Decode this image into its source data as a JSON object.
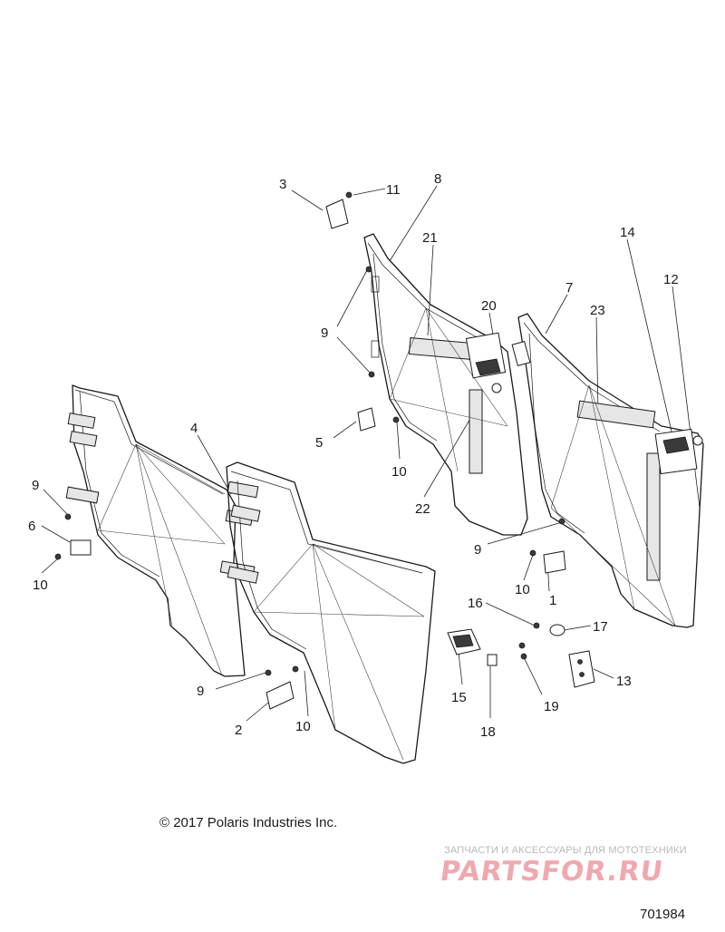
{
  "callouts": [
    {
      "id": "c3",
      "label": "3"
    },
    {
      "id": "c11",
      "label": "11"
    },
    {
      "id": "c8",
      "label": "8"
    },
    {
      "id": "c21",
      "label": "21"
    },
    {
      "id": "c14",
      "label": "14"
    },
    {
      "id": "c12",
      "label": "12"
    },
    {
      "id": "c7",
      "label": "7"
    },
    {
      "id": "c23",
      "label": "23"
    },
    {
      "id": "c20",
      "label": "20"
    },
    {
      "id": "c9a",
      "label": "9"
    },
    {
      "id": "c4",
      "label": "4"
    },
    {
      "id": "c5",
      "label": "5"
    },
    {
      "id": "c10a",
      "label": "10"
    },
    {
      "id": "c9b",
      "label": "9"
    },
    {
      "id": "c6",
      "label": "6"
    },
    {
      "id": "c10b",
      "label": "10"
    },
    {
      "id": "c22",
      "label": "22"
    },
    {
      "id": "c9c",
      "label": "9"
    },
    {
      "id": "c10c",
      "label": "10"
    },
    {
      "id": "c1",
      "label": "1"
    },
    {
      "id": "c16",
      "label": "16"
    },
    {
      "id": "c17",
      "label": "17"
    },
    {
      "id": "c13",
      "label": "13"
    },
    {
      "id": "c15",
      "label": "15"
    },
    {
      "id": "c19",
      "label": "19"
    },
    {
      "id": "c18",
      "label": "18"
    },
    {
      "id": "c9d",
      "label": "9"
    },
    {
      "id": "c2",
      "label": "2"
    },
    {
      "id": "c10d",
      "label": "10"
    }
  ],
  "copyright": "© 2017 Polaris Industries Inc.",
  "watermark": {
    "tagline": "ЗАПЧАСТИ И АКСЕССУАРЫ ДЛЯ МОТОТЕХНИКИ",
    "logo": "PARTSFOR.RU",
    "color": "#f0a8ae"
  },
  "figure_number": "701984"
}
